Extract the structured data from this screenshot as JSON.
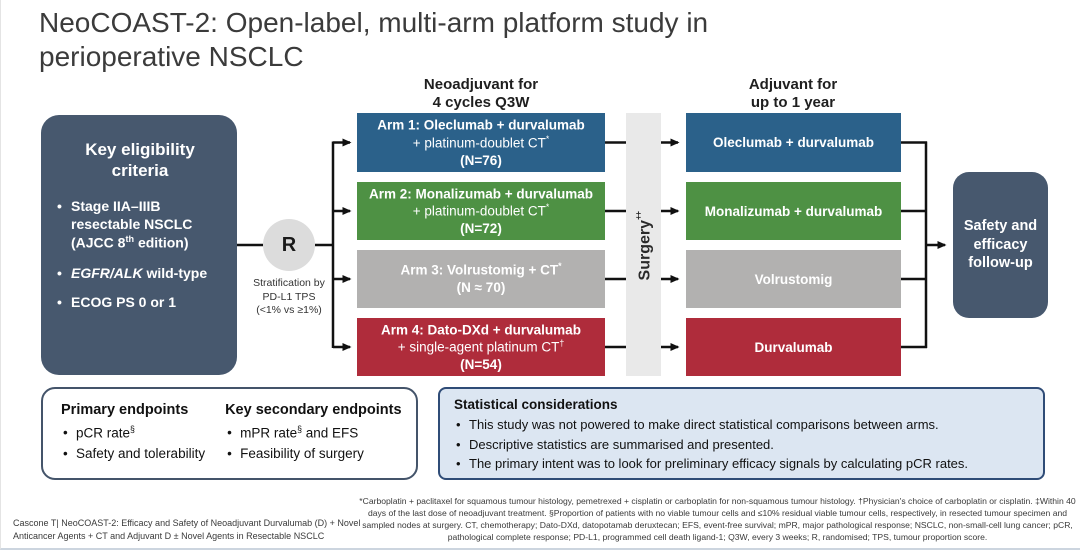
{
  "title_line1": "NeoCOAST-2: Open-label, multi-arm platform study in",
  "title_line2": "perioperative NSCLC",
  "phase_headers": {
    "neoadjuvant": [
      "Neoadjuvant for",
      "4 cycles Q3W"
    ],
    "adjuvant": [
      "Adjuvant for",
      "up to 1 year"
    ]
  },
  "colors": {
    "slate": "#47586E",
    "arm_blue": "#2B618A",
    "arm_green": "#4E9144",
    "arm_gray": "#B2B1B0",
    "arm_red": "#AF2C3B",
    "surgery_gray": "#E9E9E9",
    "randomisation_gray": "#DCDCDC",
    "stat_bg": "#DCE6F2",
    "stat_border": "#2F4C77"
  },
  "eligibility": {
    "title": "Key eligibility criteria",
    "b1_pre": "Stage IIA–IIIB resectable NSCLC (AJCC 8",
    "b1_sup": "th",
    "b1_post": " edition)",
    "b2_italic": "EGFR/ALK",
    "b2_rest": " wild-type",
    "b3": "ECOG PS 0 or 1"
  },
  "randomisation": {
    "label": "R",
    "stratification_lines": [
      "Stratification by",
      "PD-L1 TPS",
      "(<1% vs ≥1%)"
    ]
  },
  "arms": [
    {
      "line1": "Arm 1: Oleclumab + durvalumab",
      "line2": "+ platinum-doublet CT",
      "line2_sup": "*",
      "n": "(N=76)",
      "color": "#2B618A",
      "adjuvant": "Oleclumab + durvalumab"
    },
    {
      "line1": "Arm 2: Monalizumab + durvalumab",
      "line2": "+ platinum-doublet CT",
      "line2_sup": "*",
      "n": "(N=72)",
      "color": "#4E9144",
      "adjuvant": "Monalizumab + durvalumab"
    },
    {
      "line1": "Arm 3: Volrustomig + CT",
      "line1_sup": "*",
      "line2": "",
      "line2_sup": "",
      "n": "(N ≈ 70)",
      "color": "#B2B1B0",
      "adjuvant": "Volrustomig"
    },
    {
      "line1": "Arm 4: Dato-DXd + durvalumab",
      "line2": "+ single-agent platinum CT",
      "line2_sup": "†",
      "n": "(N=54)",
      "color": "#AF2C3B",
      "adjuvant": "Durvalumab"
    }
  ],
  "surgery": {
    "label": "Surgery",
    "sup": "‡"
  },
  "follow_up": "Safety and efficacy follow-up",
  "endpoints": {
    "primary": {
      "title": "Primary endpoints",
      "b1": "pCR rate",
      "b1_sup": "§",
      "b2": "Safety and tolerability"
    },
    "secondary": {
      "title": "Key secondary endpoints",
      "b1_pre": "mPR rate",
      "b1_sup": "§",
      "b1_post": " and EFS",
      "b2": "Feasibility of surgery"
    }
  },
  "statistics": {
    "title": "Statistical considerations",
    "bullets": [
      "This study was not powered to make direct statistical comparisons between arms.",
      "Descriptive statistics are summarised and presented.",
      "The primary intent was to look for preliminary efficacy signals by calculating pCR rates."
    ]
  },
  "footer": {
    "citation": "Cascone T| NeoCOAST-2: Efficacy and Safety of Neoadjuvant Durvalumab (D) + Novel Anticancer Agents + CT and Adjuvant D ± Novel Agents in Resectable NSCLC",
    "footnotes": "*Carboplatin + paclitaxel for squamous tumour histology, pemetrexed + cisplatin or carboplatin for non-squamous tumour histology. †Physician's choice of carboplatin or cisplatin. ‡Within 40 days of the last dose of neoadjuvant treatment. §Proportion of patients with no viable tumour cells and ≤10% residual viable tumour cells, respectively, in resected tumour specimen and sampled nodes at surgery. CT, chemotherapy; Dato-DXd, datopotamab deruxtecan; EFS, event-free survival; mPR, major pathological response; NSCLC, non-small-cell lung cancer; pCR, pathological complete response; PD-L1, programmed cell death ligand-1; Q3W, every 3 weeks; R, randomised; TPS, tumour proportion score."
  }
}
